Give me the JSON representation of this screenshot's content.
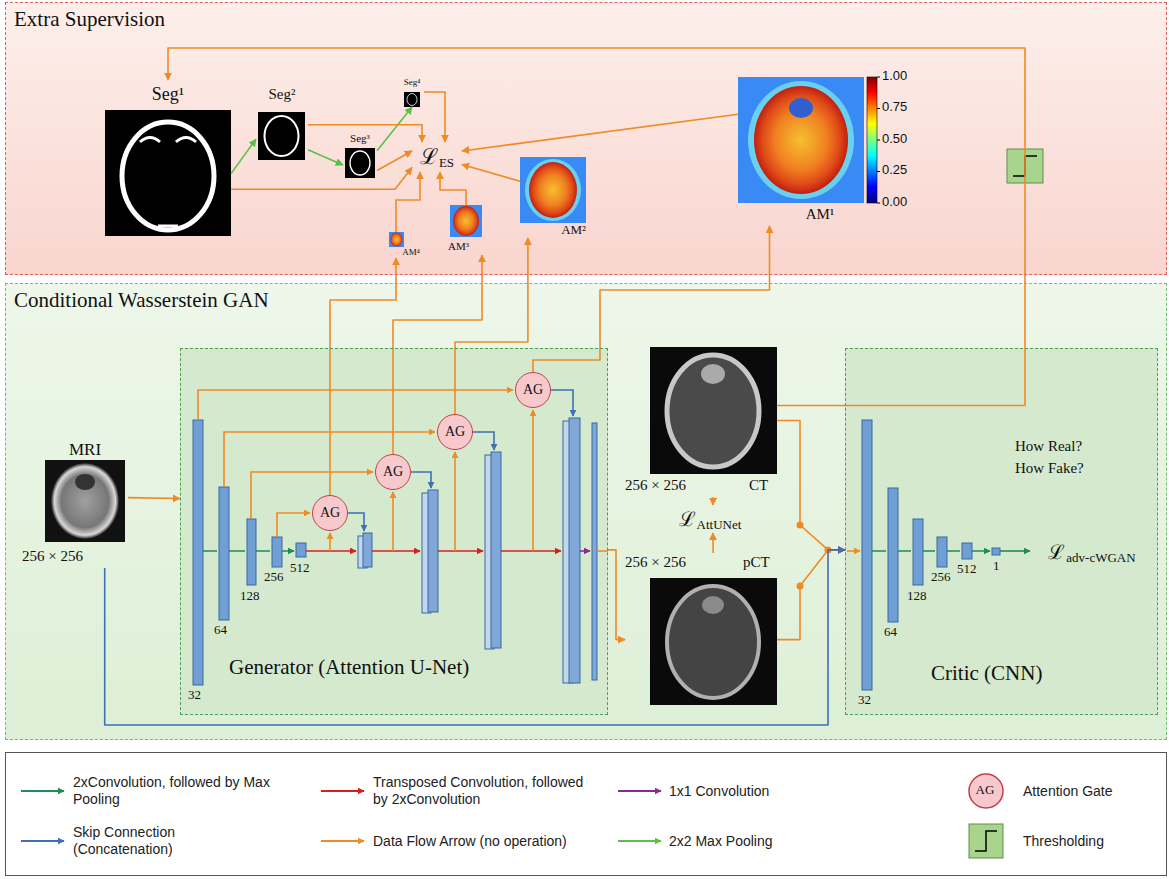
{
  "diagram": {
    "nodes": [
      {
        "text": [
          "Extra Supervision"
        ]
      },
      {
        "text": [
          "Seg¹"
        ],
        "in": 0
      },
      {
        "text": [
          "Seg²"
        ],
        "in": 0
      },
      {
        "text": [
          "Seg³"
        ],
        "in": 0
      },
      {
        "text": [
          "Seg⁴"
        ],
        "in": 0
      },
      {
        "text": [
          "ℒ",
          "ES"
        ],
        "in": 0
      },
      {
        "text": [
          "AM¹"
        ],
        "in": 0
      },
      {
        "text": [
          "AM²"
        ],
        "in": 0
      },
      {
        "text": [
          "AM³"
        ],
        "in": 0
      },
      {
        "text": [
          "AM⁴"
        ],
        "in": 0
      },
      {
        "text": [
          "Conditional Wasserstein GAN"
        ]
      },
      {
        "text": [
          "MRI",
          "256 × 256"
        ],
        "in": 10
      },
      {
        "text": [
          "Generator (Attention U-Net)"
        ],
        "in": 10
      },
      {
        "text": [
          "AG"
        ],
        "in": 12
      },
      {
        "text": [
          "AG"
        ],
        "in": 12
      },
      {
        "text": [
          "AG"
        ],
        "in": 12
      },
      {
        "text": [
          "AG"
        ],
        "in": 12
      },
      {
        "text": [
          "256 × 256",
          "CT"
        ],
        "in": 10
      },
      {
        "text": [
          "ℒ",
          "AttUNet"
        ],
        "in": 10
      },
      {
        "text": [
          "256 × 256",
          "pCT"
        ],
        "in": 10
      },
      {
        "text": [
          "Critic (CNN)"
        ],
        "in": 10
      },
      {
        "text": [
          "ℒ",
          "adv-cWGAN"
        ],
        "in": 20
      }
    ],
    "edges": [
      {
        "from": 1,
        "to": 2,
        "arrow": "to"
      },
      {
        "from": 2,
        "to": 3,
        "arrow": "to"
      },
      {
        "from": 3,
        "to": 4,
        "arrow": "to"
      },
      {
        "from": 1,
        "to": 5,
        "arrow": "to"
      },
      {
        "from": 2,
        "to": 5,
        "arrow": "to"
      },
      {
        "from": 3,
        "to": 5,
        "arrow": "to"
      },
      {
        "from": 4,
        "to": 5,
        "arrow": "to"
      },
      {
        "from": 6,
        "to": 5,
        "arrow": "to"
      },
      {
        "from": 7,
        "to": 5,
        "arrow": "to"
      },
      {
        "from": 8,
        "to": 5,
        "arrow": "to"
      },
      {
        "from": 9,
        "to": 5,
        "arrow": "to"
      },
      {
        "from": 13,
        "to": 9,
        "arrow": "to"
      },
      {
        "from": 14,
        "to": 8,
        "arrow": "to"
      },
      {
        "from": 15,
        "to": 7,
        "arrow": "to"
      },
      {
        "from": 16,
        "to": 6,
        "arrow": "to"
      },
      {
        "from": 17,
        "to": 1,
        "arrow": "to"
      },
      {
        "from": 11,
        "to": 12,
        "arrow": "to"
      },
      {
        "from": 12,
        "to": 19,
        "arrow": "to"
      },
      {
        "from": 17,
        "to": 18,
        "arrow": "to"
      },
      {
        "from": 19,
        "to": 18,
        "arrow": "to"
      },
      {
        "from": 17,
        "to": 20,
        "arrow": "to"
      },
      {
        "from": 19,
        "to": 20,
        "arrow": "to"
      },
      {
        "from": 11,
        "to": 20,
        "arrow": "to"
      }
    ],
    "labels": [
      "1.00",
      "0.75",
      "0.50",
      "0.25",
      "0.00",
      "32",
      "64",
      "128",
      "256",
      "512",
      "How Real?",
      "How Fake?",
      "32",
      "64",
      "128",
      "256",
      "512",
      "1",
      "AG"
    ],
    "legend": [
      {
        "text": "2xConvolution, followed by Max Pooling"
      },
      {
        "text": "Transposed Convolution, followed by 2xConvolution"
      },
      {
        "text": "1x1 Convolution"
      },
      {
        "text": "Attention Gate"
      },
      {
        "text": "Skip Connection (Concatenation)"
      },
      {
        "text": "Data Flow Arrow (no operation)"
      },
      {
        "text": "2x2 Max Pooling"
      },
      {
        "text": "Thresholding"
      }
    ]
  }
}
